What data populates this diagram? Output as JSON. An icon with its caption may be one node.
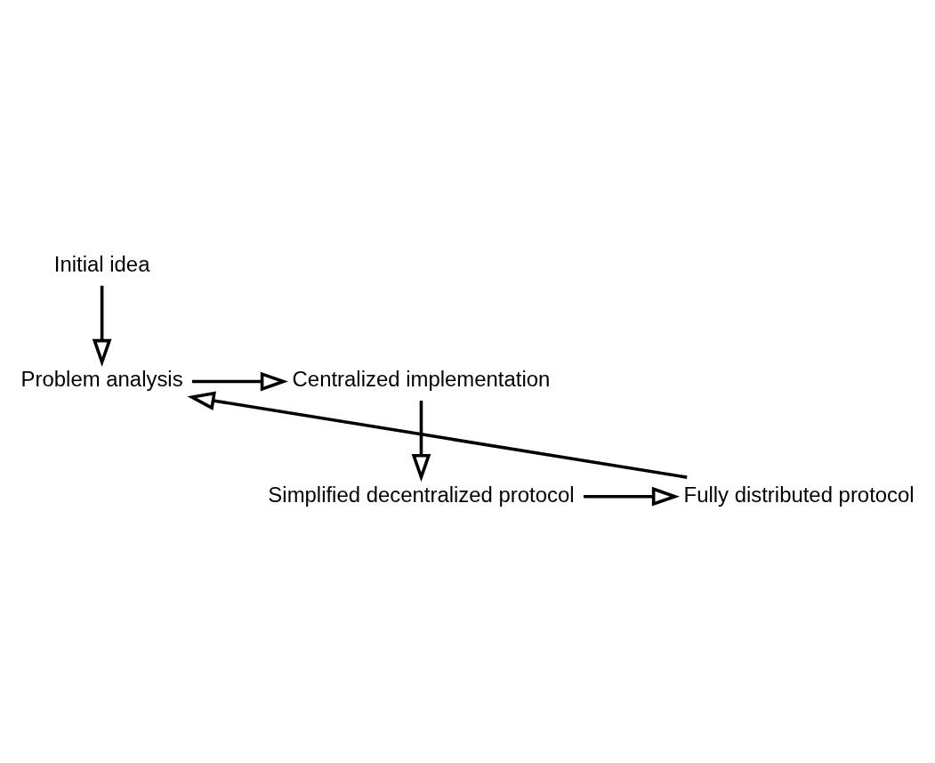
{
  "diagram": {
    "nodes": [
      {
        "text": [
          "Initial idea"
        ]
      },
      {
        "text": [
          "Problem analysis"
        ]
      },
      {
        "text": [
          "Centralized implementation"
        ]
      },
      {
        "text": [
          "Simplified decentralized protocol"
        ]
      },
      {
        "text": [
          "Fully distributed protocol"
        ]
      }
    ],
    "edges": [
      {
        "from": 0,
        "to": 1,
        "arrow": "to"
      },
      {
        "from": 1,
        "to": 2,
        "arrow": "to"
      },
      {
        "from": 2,
        "to": 3,
        "arrow": "to"
      },
      {
        "from": 3,
        "to": 4,
        "arrow": "to"
      },
      {
        "from": 4,
        "to": 1,
        "arrow": "to"
      }
    ]
  }
}
